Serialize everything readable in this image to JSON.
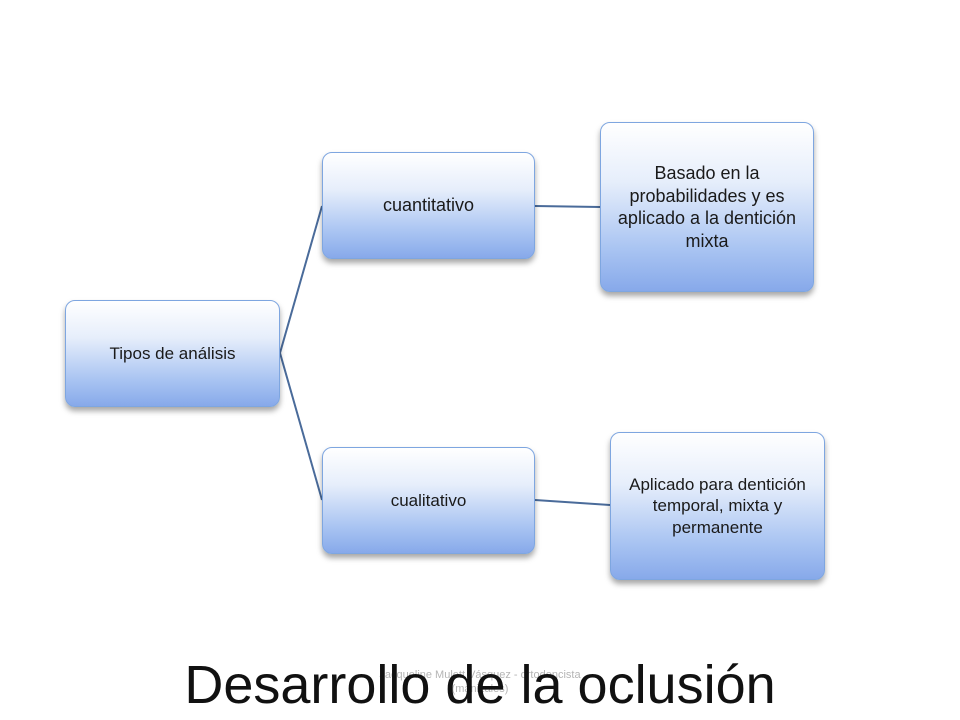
{
  "diagram": {
    "root": "Tipos de análisis",
    "branches": [
      {
        "label": "cuantitativo",
        "detail": "Basado en la probabilidades y es aplicado a la dentición mixta"
      },
      {
        "label": "cualitativo",
        "detail": "Aplicado para dentición temporal, mixta y permanente"
      }
    ],
    "connector_color": "#4a6b9a"
  },
  "slide": {
    "title": "Desarrollo de la oclusión",
    "footer_line1": "Jacqueline Mulett Vásquez - ortodoncista",
    "footer_line2": "(manizales)"
  }
}
